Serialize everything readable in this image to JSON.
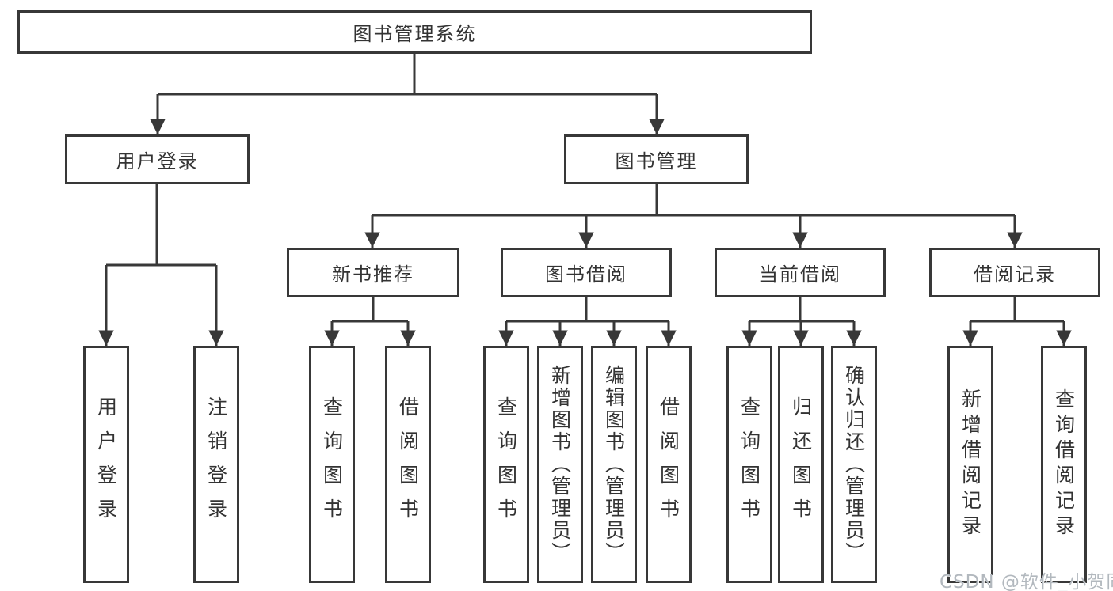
{
  "diagram": {
    "title": "图书管理系统",
    "branches": {
      "user_login": {
        "label": "用户登录",
        "children": [
          "用户登录",
          "注销登录"
        ]
      },
      "book_management": {
        "label": "图书管理",
        "sections": {
          "new_book": {
            "label": "新书推荐",
            "children": [
              "查询图书",
              "借阅图书"
            ]
          },
          "borrow": {
            "label": "图书借阅",
            "children": [
              "查询图书",
              "新增图书（管理员）",
              "编辑图书（管理员）",
              "借阅图书"
            ]
          },
          "current": {
            "label": "当前借阅",
            "children": [
              "查询图书",
              "归还图书",
              "确认归还（管理员）"
            ]
          },
          "records": {
            "label": "借阅记录",
            "children": [
              "新增借阅记录",
              "查询借阅记录"
            ]
          }
        }
      }
    }
  },
  "colors": {
    "line": "#383838",
    "text": "#333333",
    "watermark_text": "#b2b8be",
    "background": "#ffffff"
  },
  "watermark": "CSDN @软件_小贺同学"
}
